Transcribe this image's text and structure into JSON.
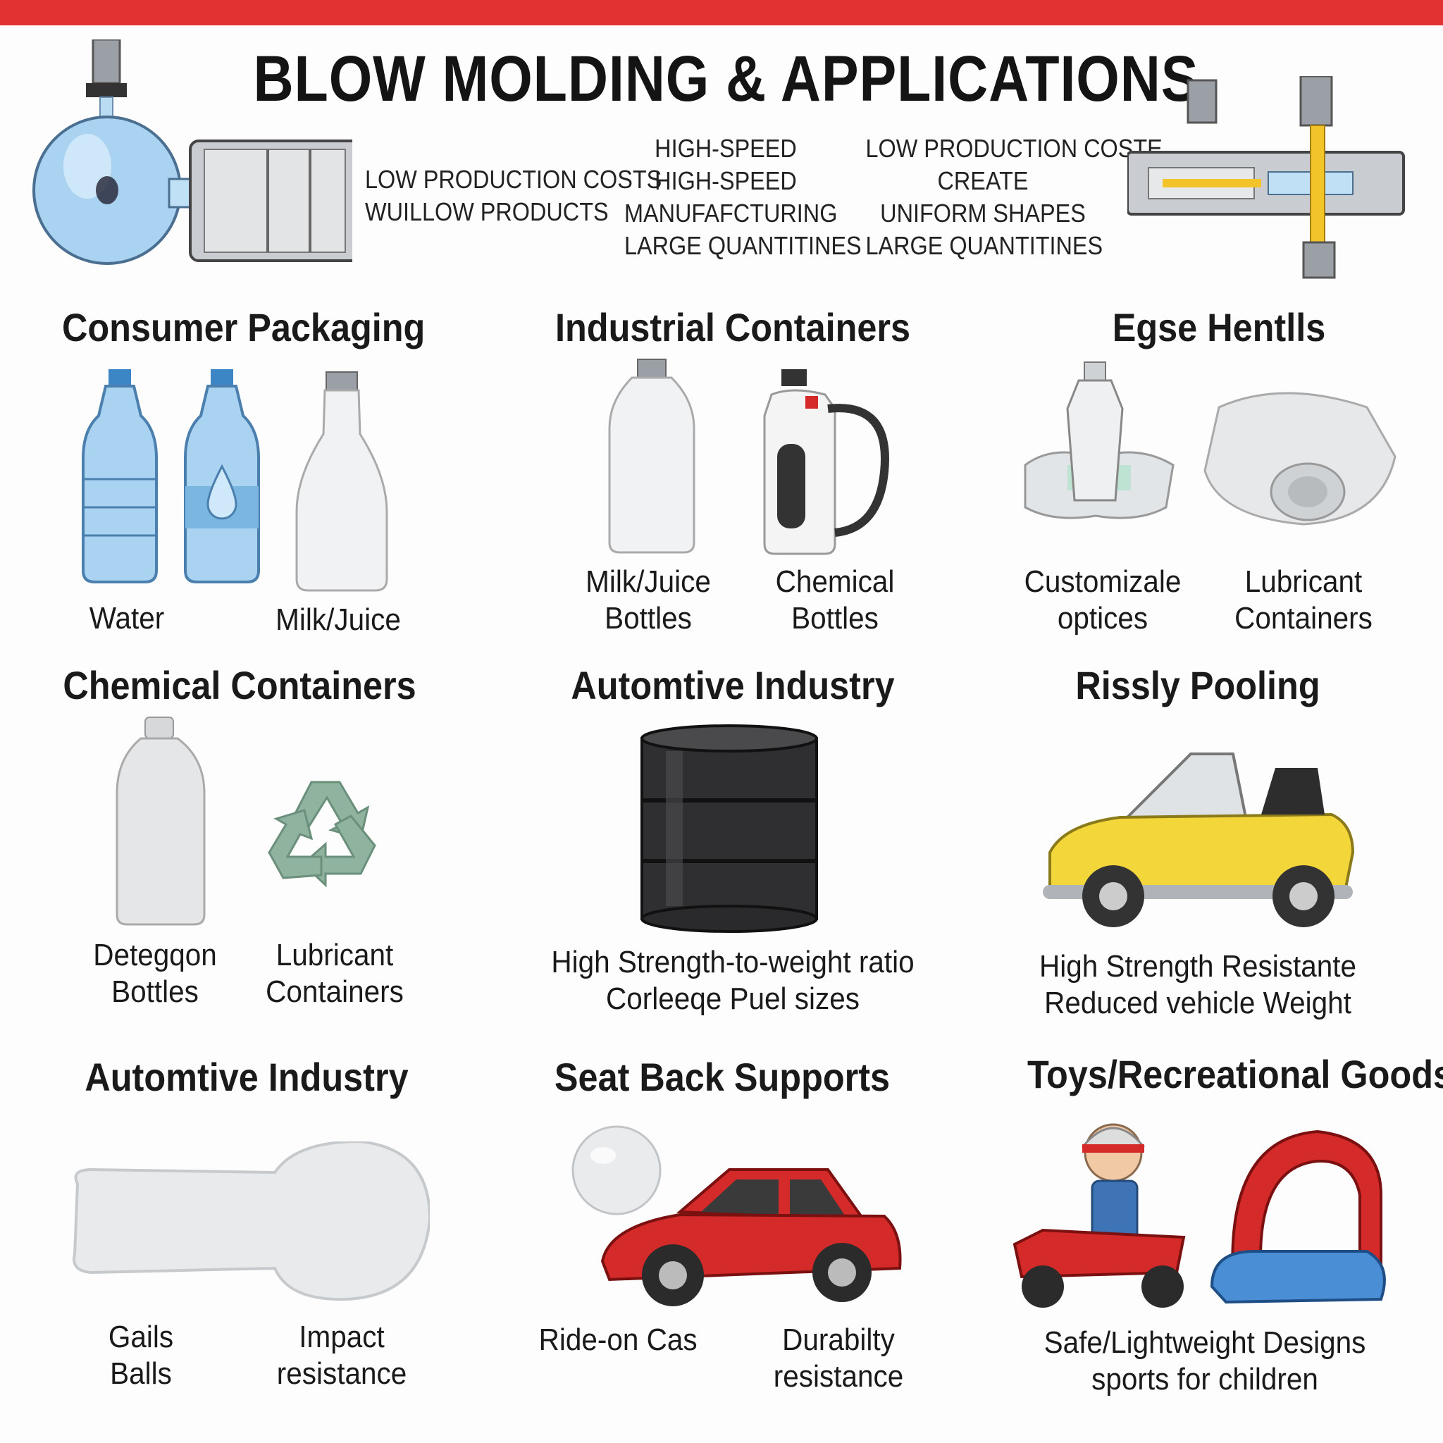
{
  "title": "BLOW MOLDING & APPLICATIONS",
  "features": [
    {
      "lines": [
        "LOW PRODUCTION COSTS",
        "WUILLOW PRODUCTS"
      ]
    },
    {
      "lines": [
        "HIGH-SPEED",
        "HIGH-SPEED",
        "MANUFAFCTURING",
        "LARGE QUANTITINES"
      ]
    },
    {
      "lines": [
        "LOW PRODUCTION COSTE",
        "CREATE",
        "UNIFORM SHAPES",
        "LARGE QUANTITINES"
      ]
    }
  ],
  "sections": [
    {
      "heading": "Consumer Packaging",
      "labels": [
        [
          "Water"
        ],
        [
          "Milk/Juice"
        ]
      ]
    },
    {
      "heading": "Industrial Containers",
      "labels": [
        [
          "Milk/Juice",
          "Bottles"
        ],
        [
          "Chemical",
          "Bottles"
        ]
      ]
    },
    {
      "heading": "Egse Hentlls",
      "labels": [
        [
          "Customizale",
          "optices"
        ],
        [
          "Lubricant",
          "Containers"
        ]
      ]
    },
    {
      "heading": "Chemical Containers",
      "labels": [
        [
          "Detegqon",
          "Bottles"
        ],
        [
          "Lubricant",
          "Containers"
        ]
      ]
    },
    {
      "heading": "Automtive Industry",
      "labels": [
        [
          "High Strength-to-weight ratio",
          "Corleeqe Puel sizes"
        ]
      ]
    },
    {
      "heading": "Rissly Pooling",
      "labels": [
        [
          "High Strength Resistante",
          "Reduced vehicle Weight"
        ]
      ]
    },
    {
      "heading": "Automtive Industry",
      "labels": [
        [
          "Gails",
          "Balls"
        ],
        [
          "Impact",
          "resistance"
        ]
      ]
    },
    {
      "heading": "Seat Back Supports",
      "labels": [
        [
          "Ride-on Cas"
        ],
        [
          "Durabilty",
          "resistance"
        ]
      ]
    },
    {
      "heading": "Toys/Recreational Goods",
      "labels": [
        [
          "Safe/Lightweight Designs",
          "sports for children"
        ]
      ]
    }
  ],
  "colors": {
    "accent": "#e23232",
    "bottle_blue": "#a9d3f0",
    "car_red": "#d42a2a",
    "car_yellow": "#f3d63a"
  },
  "icons": [
    "blow-molding-machine-icon",
    "extrusion-machine-icon",
    "water-bottle-icon",
    "milk-bottle-icon",
    "jug-icon",
    "recycle-icon",
    "oil-drum-icon",
    "car-icon",
    "toy-icon"
  ]
}
